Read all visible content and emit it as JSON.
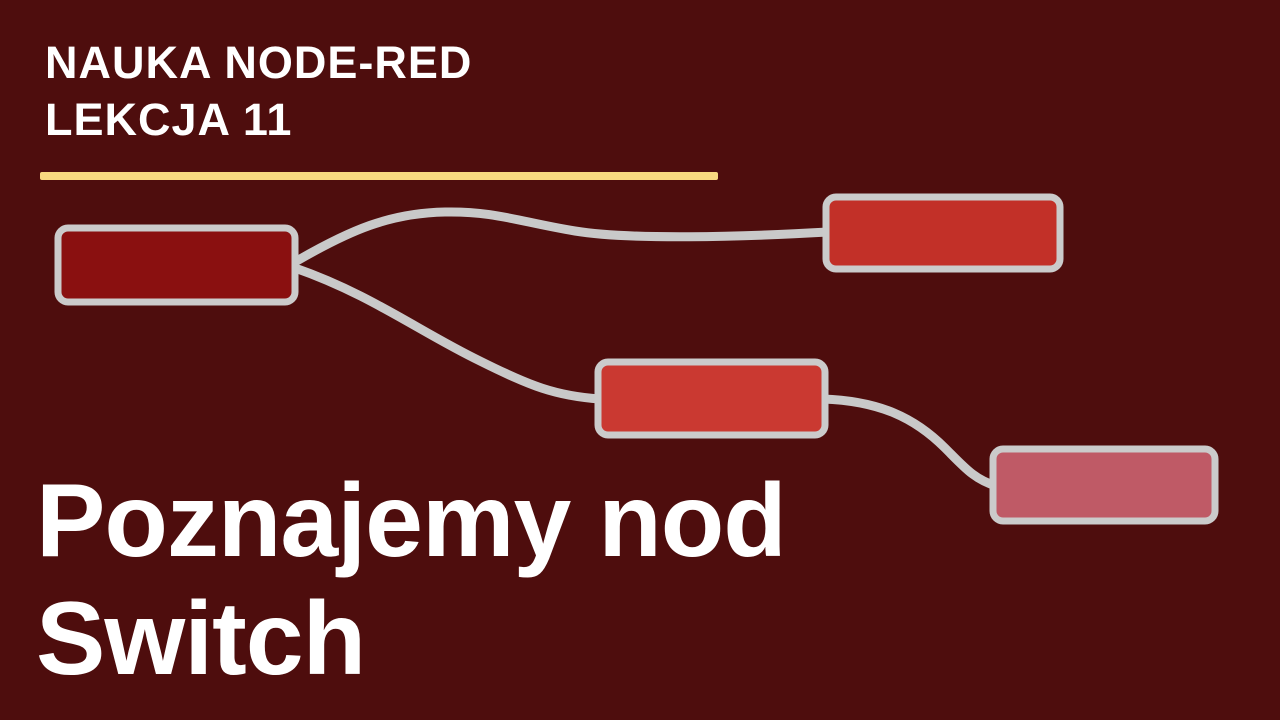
{
  "header": {
    "line1": "NAUKA NODE-RED",
    "line2": "LEKCJA 11"
  },
  "title": {
    "line1": "Poznajemy nod",
    "line2": "Switch"
  },
  "colors": {
    "background": "#4e0d0d",
    "accent_line": "#f8d980",
    "wire": "#c9c9c9",
    "node_border": "#cbcbcb",
    "text": "#ffffff"
  },
  "diagram": {
    "nodes": [
      {
        "id": "source-node",
        "fill": "#8a1010"
      },
      {
        "id": "output-top-node",
        "fill": "#c23028"
      },
      {
        "id": "switch-node",
        "fill": "#ca3931"
      },
      {
        "id": "output-bottom-node",
        "fill": "#bf5a66"
      }
    ],
    "wires": [
      {
        "from": "source-node",
        "to": "output-top-node"
      },
      {
        "from": "source-node",
        "to": "switch-node"
      },
      {
        "from": "switch-node",
        "to": "output-bottom-node"
      }
    ]
  }
}
